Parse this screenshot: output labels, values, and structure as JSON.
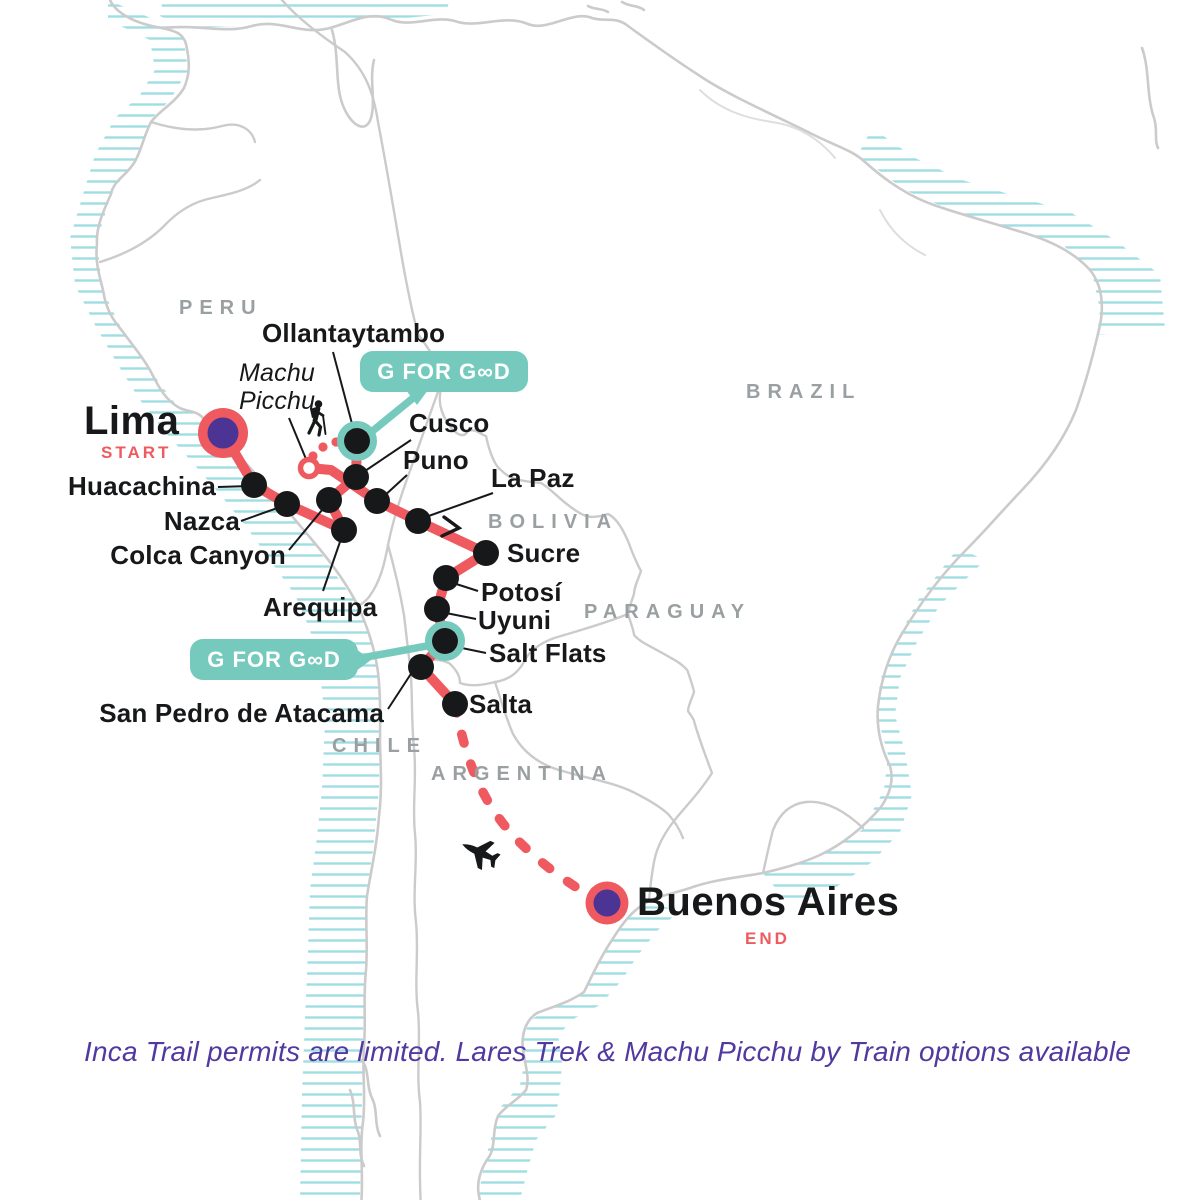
{
  "note": "Inca Trail permits are limited. Lares Trek & Machu Picchu by Train options available",
  "route": {
    "start_label": "START",
    "end_label": "END",
    "stops": [
      {
        "name": "Lima"
      },
      {
        "name": "Huacachina"
      },
      {
        "name": "Nazca"
      },
      {
        "name": "Arequipa"
      },
      {
        "name": "Colca Canyon"
      },
      {
        "name": "Cusco"
      },
      {
        "name": "Ollantaytambo"
      },
      {
        "name": "Machu Picchu"
      },
      {
        "name": "Puno"
      },
      {
        "name": "La Paz"
      },
      {
        "name": "Sucre"
      },
      {
        "name": "Potosí"
      },
      {
        "name": "Uyuni"
      },
      {
        "name": "Salt Flats"
      },
      {
        "name": "San Pedro de Atacama"
      },
      {
        "name": "Salta"
      },
      {
        "name": "Buenos Aires"
      }
    ]
  },
  "countries": [
    {
      "name": "PERU"
    },
    {
      "name": "BRAZIL"
    },
    {
      "name": "BOLIVIA"
    },
    {
      "name": "PARAGUAY"
    },
    {
      "name": "CHILE"
    },
    {
      "name": "ARGENTINA"
    }
  ],
  "badges": [
    {
      "label": "G FOR GOOD",
      "display": "G FOR G∞D"
    },
    {
      "label": "G FOR GOOD",
      "display": "G FOR G∞D"
    }
  ],
  "icons": [
    {
      "name": "airplane-icon"
    },
    {
      "name": "hiker-icon"
    },
    {
      "name": "direction-chevron-icon"
    }
  ],
  "colors": {
    "route_red": "#ee5a5f",
    "brand_teal": "#76cabd",
    "marker_purple": "#4b3494",
    "note_purple": "#5239a0",
    "map_border_gray": "#cbcbcb",
    "coast_hatch_teal": "#9edde2",
    "stop_black": "#17181a",
    "country_label_gray": "#9aa0a2"
  }
}
